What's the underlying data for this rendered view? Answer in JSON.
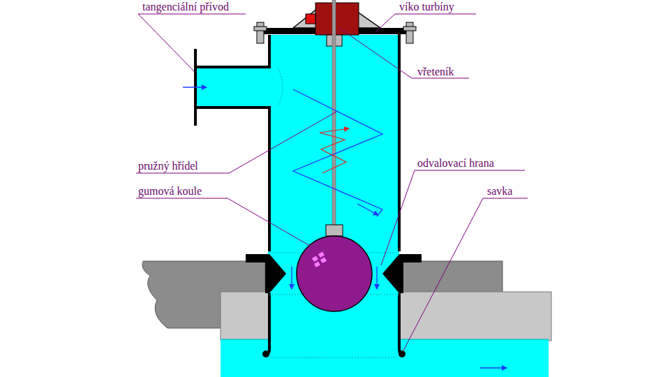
{
  "diagram": {
    "labels": [
      "tangenciální přívod",
      "víko turbíny",
      "vřeteník",
      "pružný hřídel",
      "gumová koule",
      "odvalovací hrana",
      "savka"
    ]
  }
}
